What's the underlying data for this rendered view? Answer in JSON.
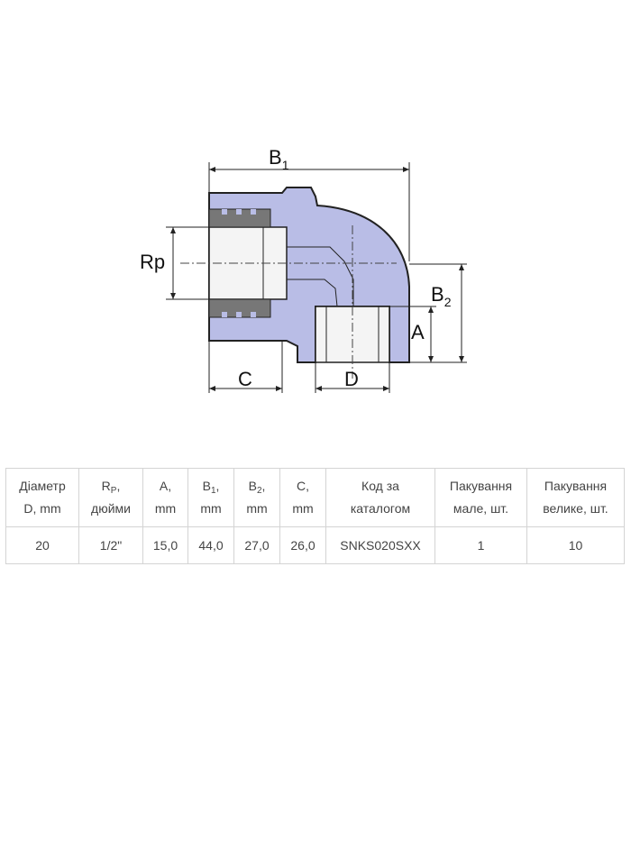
{
  "drawing": {
    "labels": {
      "b1": "B",
      "b1_sub": "1",
      "b2": "B",
      "b2_sub": "2",
      "rp": "Rp",
      "a": "A",
      "c": "C",
      "d": "D"
    },
    "colors": {
      "body": "#b9bde6",
      "outline": "#222222",
      "thread": "#777777",
      "inner": "#f4f4f4"
    }
  },
  "table": {
    "headers": [
      {
        "l1": "Діаметр",
        "l2": "D, mm"
      },
      {
        "l1": "R",
        "sub": "P",
        "l1b": ",",
        "l2": "дюйми"
      },
      {
        "l1": "A,",
        "l2": "mm"
      },
      {
        "l1": "B",
        "sub": "1",
        "l1b": ",",
        "l2": "mm"
      },
      {
        "l1": "B",
        "sub": "2",
        "l1b": ",",
        "l2": "mm"
      },
      {
        "l1": "C,",
        "l2": "mm"
      },
      {
        "l1": "Код за",
        "l2": "каталогом"
      },
      {
        "l1": "Пакування",
        "l2": "мале, шт."
      },
      {
        "l1": "Пакування",
        "l2": "велике, шт."
      }
    ],
    "rows": [
      [
        "20",
        "1/2\"",
        "15,0",
        "44,0",
        "27,0",
        "26,0",
        "SNKS020SXX",
        "1",
        "10"
      ]
    ]
  }
}
